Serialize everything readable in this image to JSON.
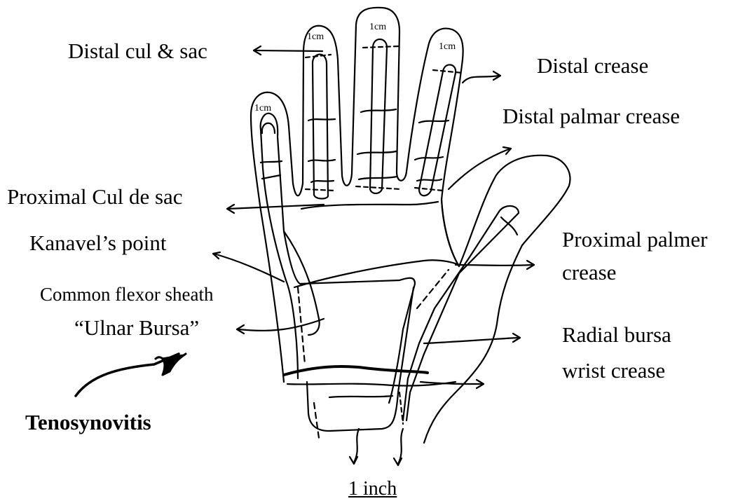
{
  "labels": {
    "distal_cul_sac": "Distal cul & sac",
    "distal_crease": "Distal crease",
    "distal_palmar_crease": "Distal palmar crease",
    "proximal_cul_de_sac": "Proximal Cul de sac",
    "kanavel_point": "Kanavel’s point",
    "proximal_palmer_line1": "Proximal palmer",
    "proximal_palmer_line2": "crease",
    "common_flexor_sheath": "Common flexor sheath",
    "ulnar_bursa": "“Ulnar Bursa”",
    "radial_bursa_line1": "Radial bursa",
    "radial_bursa_line2": "wrist crease",
    "tenosynovitis": "Tenosynovitis",
    "one_inch": "1 inch"
  },
  "finger_marks": {
    "little": "1cm",
    "ring": "1cm",
    "middle": "1cm",
    "index": "1cm"
  }
}
